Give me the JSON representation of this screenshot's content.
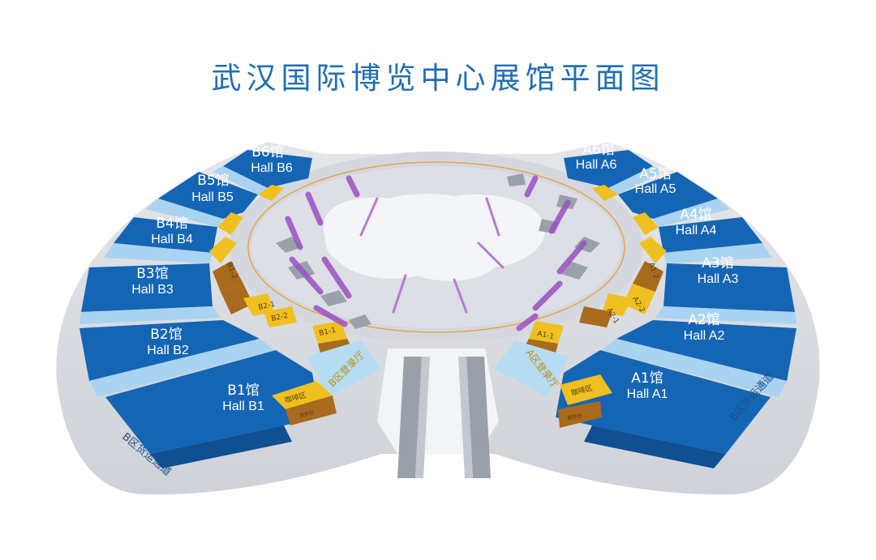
{
  "title": "武汉国际博览中心展馆平面图",
  "halls": {
    "b6": {
      "cn": "B6馆",
      "en": "Hall B6"
    },
    "b5": {
      "cn": "B5馆",
      "en": "Hall B5"
    },
    "b4": {
      "cn": "B4馆",
      "en": "Hall B4"
    },
    "b3": {
      "cn": "B3馆",
      "en": "Hall B3"
    },
    "b2": {
      "cn": "B2馆",
      "en": "Hall B2"
    },
    "b1": {
      "cn": "B1馆",
      "en": "Hall B1"
    },
    "a6": {
      "cn": "A6馆",
      "en": "Hall A6"
    },
    "a5": {
      "cn": "A5馆",
      "en": "Hall A5"
    },
    "a4": {
      "cn": "A4馆",
      "en": "Hall A4"
    },
    "a3": {
      "cn": "A3馆",
      "en": "Hall A3"
    },
    "a2": {
      "cn": "A2馆",
      "en": "Hall A2"
    },
    "a1": {
      "cn": "A1馆",
      "en": "Hall A1"
    }
  },
  "labels": {
    "b_foyer": "B区登录厅",
    "a_foyer": "A区登录厅",
    "b_cafe": "咖啡区",
    "a_cafe": "咖啡区",
    "b_service": "服务台",
    "a_service": "服务台",
    "b_channel": "B区货运通道",
    "b_channel_right": "B区货运通道"
  },
  "connectors": {
    "bt1": "B1-1",
    "bt2": "B1-2",
    "bt3": "B2-1",
    "bt4": "B2-2",
    "at1": "A1-1",
    "at2": "A1-2",
    "at3": "A2-1",
    "at4": "A2-2"
  },
  "colors": {
    "hall": "#1565b5",
    "hall_light": "#a9d3f0",
    "platform": "#d9dbe0",
    "ring": "#c9ced8",
    "center": "#eef0f4",
    "corridor_gold": "#f0c020",
    "corridor_brown": "#a86a1c",
    "stair_purple": "#9b4fc4",
    "title": "#1f6fb4"
  }
}
